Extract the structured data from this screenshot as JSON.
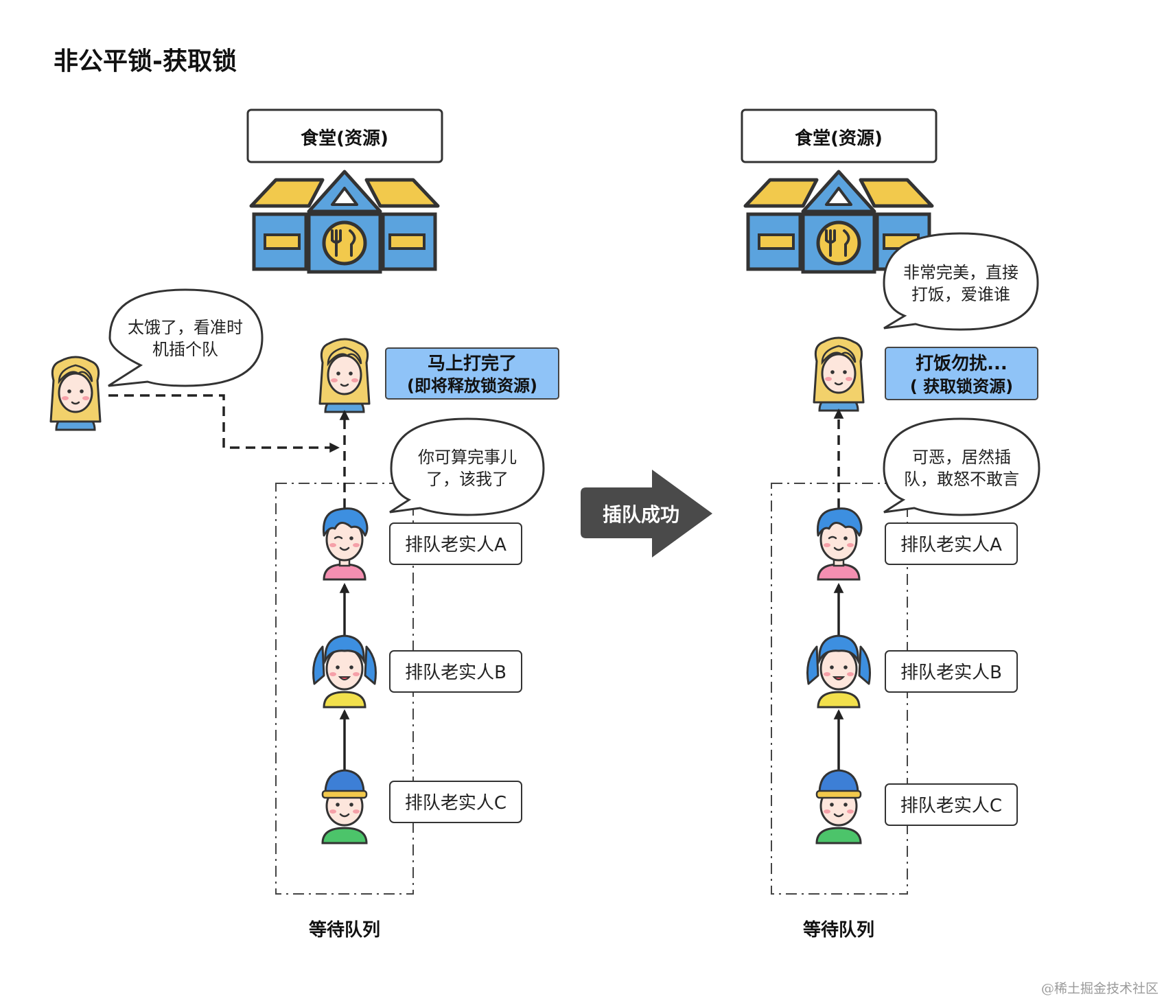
{
  "title": "非公平锁-获取锁",
  "resource_label": "食堂(资源)",
  "left": {
    "hungry_bubble": [
      "太饿了，看准时",
      "机插个队"
    ],
    "status": [
      "马上打完了",
      "(即将释放锁资源)"
    ],
    "a_bubble": [
      "你可算完事儿",
      "了，该我了"
    ],
    "person_a": "排队老实人A",
    "person_b": "排队老实人B",
    "person_c": "排队老实人C",
    "queue_label": "等待队列"
  },
  "right": {
    "top_bubble": [
      "非常完美，直接",
      "打饭，爱谁谁"
    ],
    "status": [
      "打饭勿扰...",
      "( 获取锁资源)"
    ],
    "a_bubble": [
      "可恶，居然插",
      "队，敢怒不敢言"
    ],
    "person_a": "排队老实人A",
    "person_b": "排队老实人B",
    "person_c": "排队老实人C",
    "queue_label": "等待队列"
  },
  "transition_label": "插队成功",
  "watermark": "@稀土掘金技术社区",
  "colors": {
    "status_box": "#8fc3f7",
    "roof_yellow": "#f2c94c",
    "building_blue": "#5ba3de",
    "arrow_gray": "#4a4a4a"
  },
  "icons": [
    "canteen-icon",
    "blonde-girl-avatar",
    "blue-hair-boy-avatar",
    "pigtail-girl-avatar",
    "cap-boy-avatar"
  ]
}
